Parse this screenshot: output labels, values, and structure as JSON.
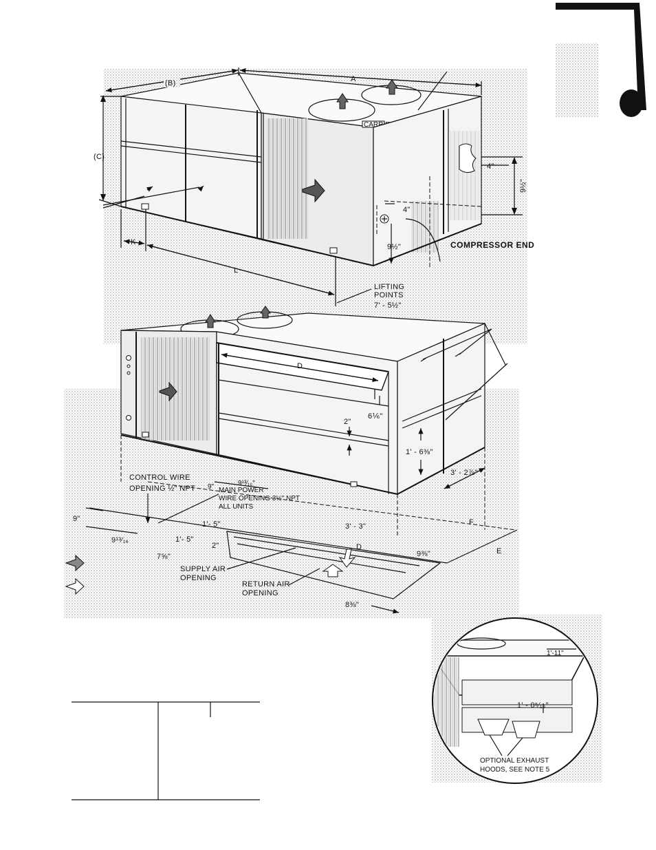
{
  "tab_mark": "",
  "upper_view": {
    "dim_b": "(B)",
    "dim_a": "A",
    "dim_c": "(C)",
    "dim_k": "K",
    "dim_l": "L",
    "dim_4_right": "4\"",
    "dim_9_half_right": "9½\"",
    "dim_4_inner": "4\"",
    "dim_9_half_inner": "9½\"",
    "compressor_end": "COMPRESSOR END",
    "lifting_points_1": "LIFTING",
    "lifting_points_2": "POINTS",
    "lifting_points_dim": "7' - 5½\"",
    "nameplate": "CARRIER"
  },
  "lower_view": {
    "dim_d_top": "D",
    "dim_6_sixth": "6⅙\"",
    "dim_2": "2\"",
    "dim_1_6_3_8": "1' - 6⅜\"",
    "dim_3_2_7_8": "3' - 2⅞\"",
    "control_wire_1": "CONTROL WIRE",
    "control_wire_2": "OPENING ½\" NPT",
    "main_power_1": "MAIN POWER",
    "main_power_2": "WIRE OPENING 3½\" NPT",
    "main_power_3": "ALL UNITS",
    "dim_9_top": "9\"",
    "dim_9_13_16_top": "9¹³⁄₁₆\"",
    "dim_9_left": "9\"",
    "dim_9_13_16_left": "9¹³⁄₁₆",
    "dim_1_5_a": "1'- 5\"",
    "dim_1_5_b": "1'- 5\"",
    "dim_2_supply": "2\"",
    "dim_7_5_8": "7⅝\"",
    "dim_3_3": "3' - 3\"",
    "dim_d_bottom": "D",
    "dim_9_3_8": "9⅜\"",
    "dim_f": "F",
    "dim_e": "E",
    "supply_air_1": "SUPPLY AIR",
    "supply_air_2": "OPENING",
    "return_air_1": "RETURN AIR",
    "return_air_2": "OPENING",
    "dim_8_3_8": "8⅜\""
  },
  "inset": {
    "dim_1_11": "1'-11\"",
    "dim_1_0_5_16": "1' - 0⁵⁄₁₆\"",
    "note_1": "OPTIONAL EXHAUST",
    "note_2": "HOODS, SEE NOTE 5"
  },
  "table": {
    "header": [
      "",
      "",
      ""
    ],
    "rows": []
  }
}
